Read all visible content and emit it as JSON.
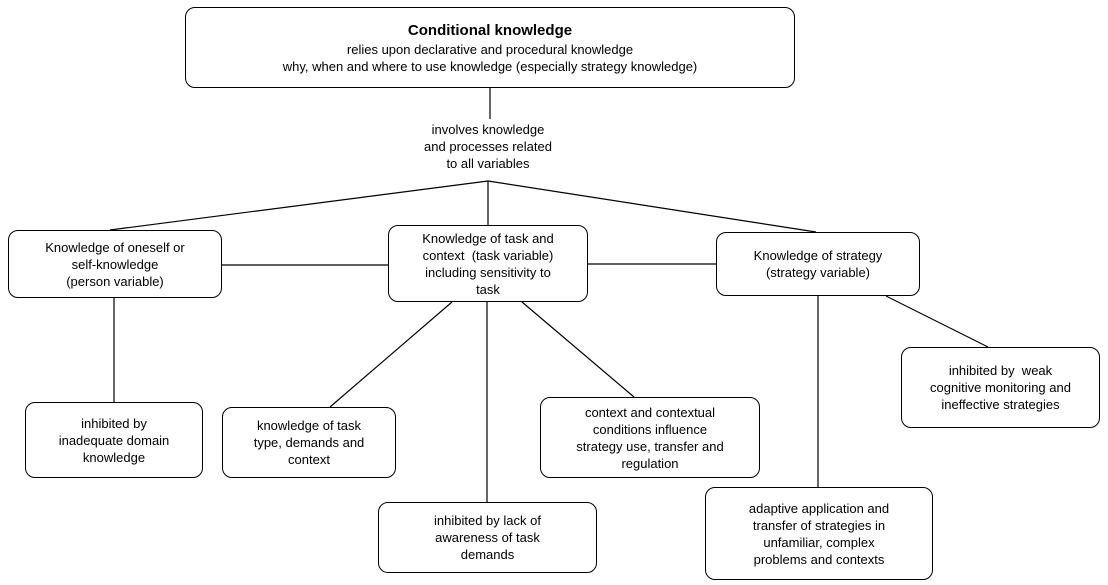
{
  "diagram_type": "concept-map",
  "colors": {
    "background": "#ffffff",
    "border": "#000000",
    "text": "#000000",
    "line": "#000000"
  },
  "nodes": {
    "root": {
      "title": "Conditional knowledge",
      "lines": [
        "relies upon declarative and procedural knowledge",
        "why, when and where to use knowledge (especially strategy knowledge)"
      ]
    },
    "connector_label": {
      "lines": [
        "involves knowledge",
        "and processes related",
        "to all variables"
      ]
    },
    "person": {
      "lines": [
        "Knowledge of oneself or",
        "self-knowledge",
        "(person variable)"
      ]
    },
    "task": {
      "lines": [
        "Knowledge of task and",
        "context  (task variable)",
        "including sensitivity to",
        "task"
      ]
    },
    "strategy": {
      "lines": [
        "Knowledge of strategy",
        "(strategy variable)"
      ]
    },
    "person_inhibited": {
      "lines": [
        "inhibited by",
        "inadequate domain",
        "knowledge"
      ]
    },
    "task_type": {
      "lines": [
        "knowledge of task",
        "type, demands and",
        "context"
      ]
    },
    "task_inhibited": {
      "lines": [
        "inhibited by lack of",
        "awareness of task",
        "demands"
      ]
    },
    "context_conditions": {
      "lines": [
        "context and contextual",
        "conditions influence",
        "strategy use, transfer and",
        "regulation"
      ]
    },
    "strategy_inhibited": {
      "lines": [
        "inhibited by  weak",
        "cognitive monitoring and",
        "ineffective strategies"
      ]
    },
    "adaptive_application": {
      "lines": [
        "adaptive application and",
        "transfer of strategies in",
        "unfamiliar, complex",
        "problems and contexts"
      ]
    }
  }
}
